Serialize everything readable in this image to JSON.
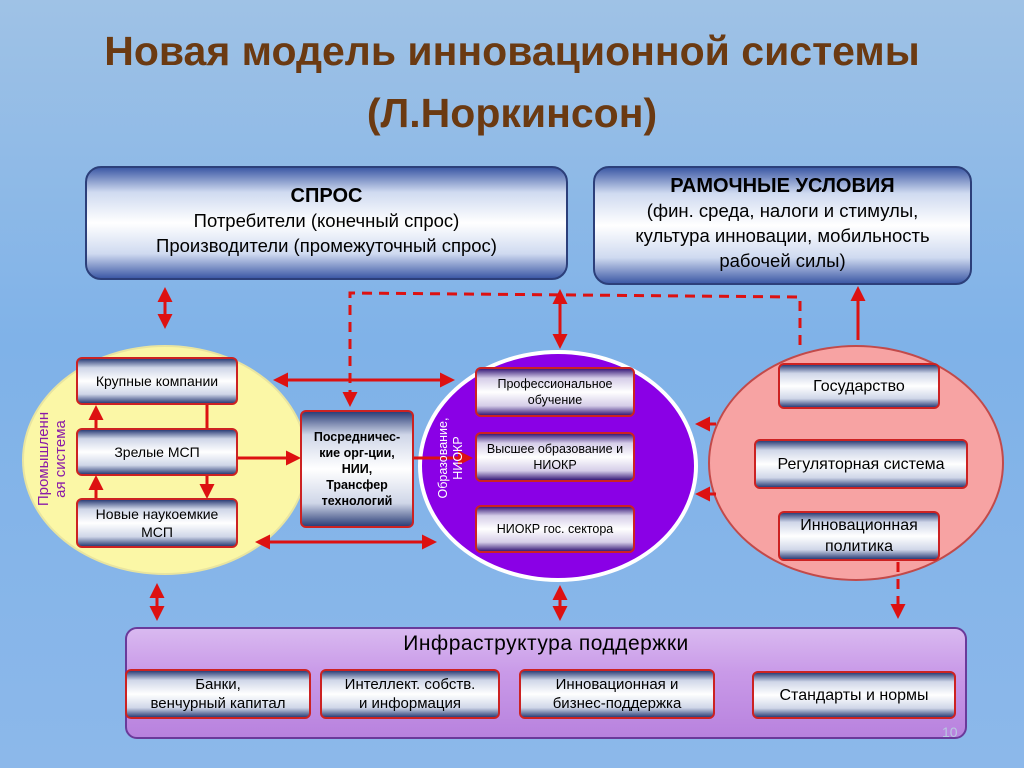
{
  "title": {
    "line1": "Новая модель инновационной системы",
    "line2": "(Л.Норкинсон)"
  },
  "demand": {
    "heading": "СПРОС",
    "lines": [
      "Потребители (конечный спрос)",
      "Производители (промежуточный спрос)"
    ]
  },
  "framework": {
    "heading": "РАМОЧНЫЕ УСЛОВИЯ",
    "lines": [
      "(фин. среда, налоги и стимулы,",
      "культура инновации, мобильность",
      "рабочей силы)"
    ]
  },
  "industry": {
    "label_lines": [
      "Промышленн",
      "ая система"
    ],
    "items": [
      "Крупные компании",
      "Зрелые МСП",
      "Новые наукоемкие МСП"
    ]
  },
  "intermediary": {
    "lines": [
      "Посредничес-",
      "кие орг-ции,",
      "НИИ,",
      "Трансфер",
      "технологий"
    ]
  },
  "education": {
    "label_lines": [
      "Образование,",
      "НИОКР"
    ],
    "items": [
      "Профессиональное обучение",
      "Высшее образование и НИОКР",
      "НИОКР гос. сектора"
    ]
  },
  "state": {
    "items": [
      "Государство",
      "Регуляторная система",
      "Инновационная политика"
    ]
  },
  "infrastructure": {
    "title": "Инфраструктура поддержки",
    "items": [
      [
        "Банки,",
        "венчурный капитал"
      ],
      [
        "Интеллект. собств.",
        "и информация"
      ],
      [
        "Инновационная и",
        "бизнес-поддержка"
      ],
      [
        "Стандарты и нормы"
      ]
    ]
  },
  "page_number": "10",
  "colors": {
    "title": "#6b3a12",
    "arrow": "#dd1111",
    "industry_fill": "#fbf7a6",
    "education_fill": "#8a00e6",
    "state_fill": "#f7a3a3",
    "infra_fill": "#c99ae8"
  }
}
